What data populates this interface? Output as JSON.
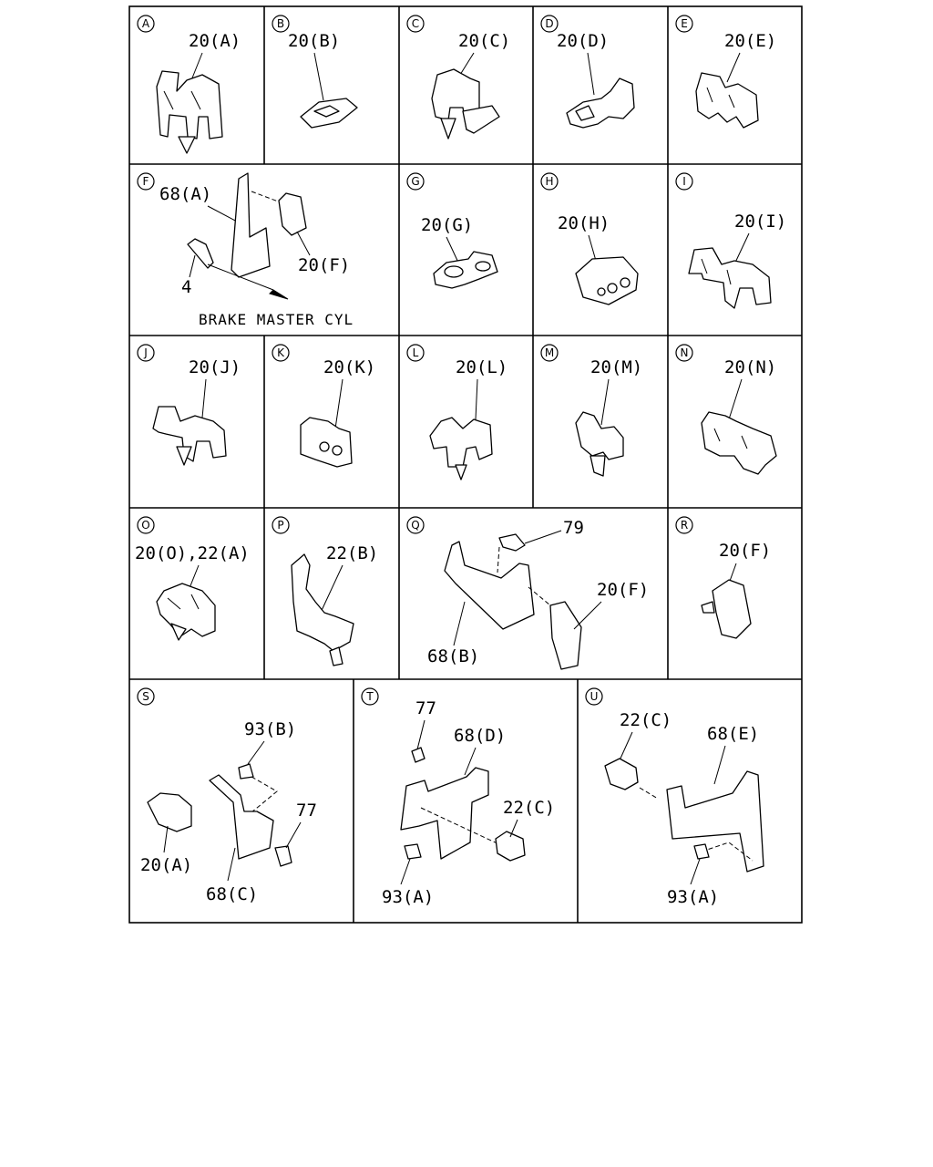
{
  "panels": [
    {
      "id": "A",
      "labels": [
        "20(A)"
      ]
    },
    {
      "id": "B",
      "labels": [
        "20(B)"
      ]
    },
    {
      "id": "C",
      "labels": [
        "20(C)"
      ]
    },
    {
      "id": "D",
      "labels": [
        "20(D)"
      ]
    },
    {
      "id": "E",
      "labels": [
        "20(E)"
      ]
    },
    {
      "id": "F",
      "labels": [
        "68(A)",
        "20(F)",
        "4"
      ],
      "caption": "BRAKE MASTER CYL"
    },
    {
      "id": "G",
      "labels": [
        "20(G)"
      ]
    },
    {
      "id": "H",
      "labels": [
        "20(H)"
      ]
    },
    {
      "id": "I",
      "labels": [
        "20(I)"
      ]
    },
    {
      "id": "J",
      "labels": [
        "20(J)"
      ]
    },
    {
      "id": "K",
      "labels": [
        "20(K)"
      ]
    },
    {
      "id": "L",
      "labels": [
        "20(L)"
      ]
    },
    {
      "id": "M",
      "labels": [
        "20(M)"
      ]
    },
    {
      "id": "N",
      "labels": [
        "20(N)"
      ]
    },
    {
      "id": "O",
      "labels": [
        "20(O),22(A)"
      ]
    },
    {
      "id": "P",
      "labels": [
        "22(B)"
      ]
    },
    {
      "id": "Q",
      "labels": [
        "79",
        "20(F)",
        "68(B)"
      ]
    },
    {
      "id": "R",
      "labels": [
        "20(F)"
      ]
    },
    {
      "id": "S",
      "labels": [
        "93(B)",
        "77",
        "20(A)",
        "68(C)"
      ]
    },
    {
      "id": "T",
      "labels": [
        "77",
        "68(D)",
        "22(C)",
        "93(A)"
      ]
    },
    {
      "id": "U",
      "labels": [
        "22(C)",
        "68(E)",
        "93(A)"
      ]
    }
  ]
}
